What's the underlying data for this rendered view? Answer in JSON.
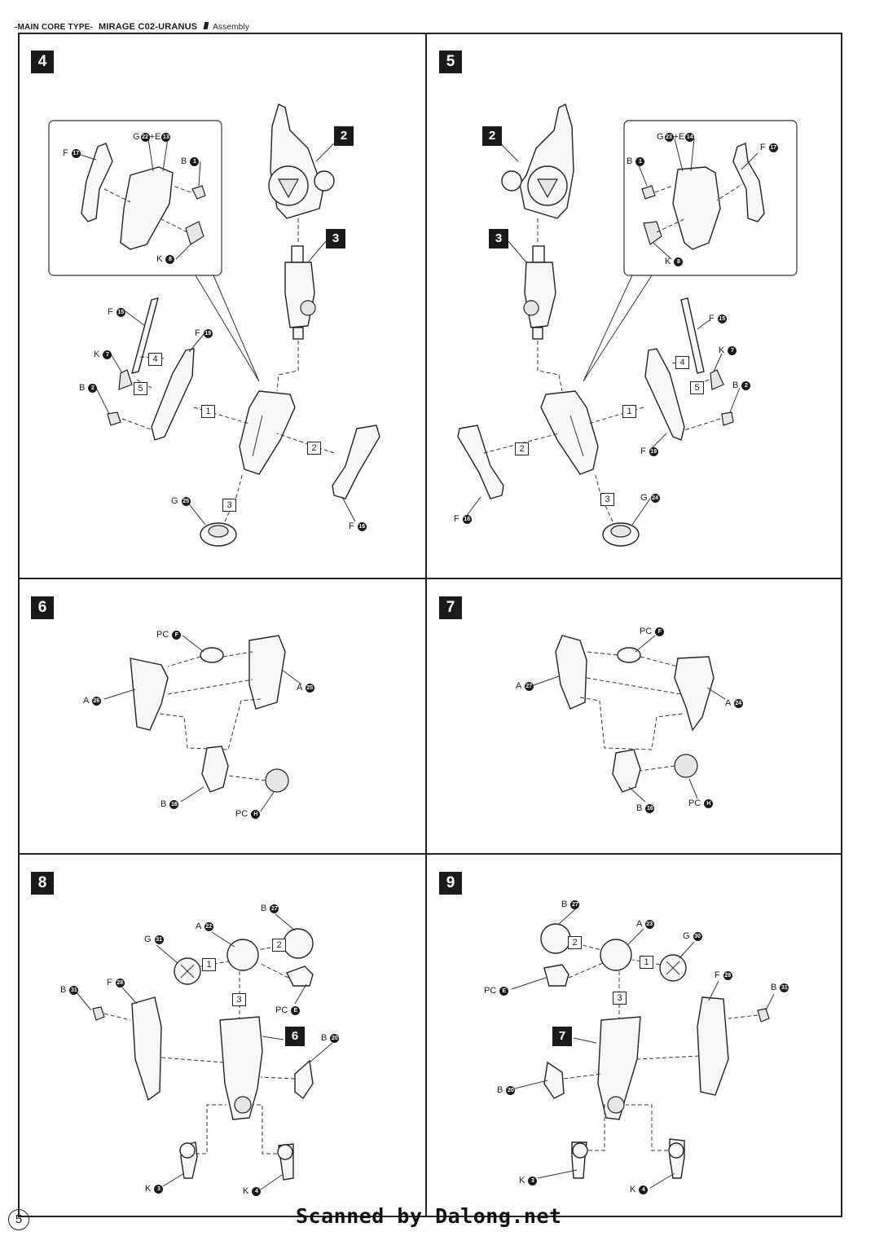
{
  "header": {
    "part1": "-MAIN CORE TYPE-",
    "part2": "MIRAGE C02-URANUS",
    "part3": "III",
    "part4": "Assembly"
  },
  "page_number": "5",
  "credit": "Scanned by Dalong.net",
  "steps": {
    "s4": {
      "number": "4",
      "ref2": "2",
      "ref3": "3",
      "labels": {
        "ge": "G",
        "ge_a": "22",
        "ge_b": "+E",
        "ge_c": "13",
        "f17": "F",
        "f17n": "17",
        "b1": "B",
        "b1n": "1",
        "k8": "K",
        "k8n": "8",
        "f15": "F",
        "f15n": "15",
        "k7": "K",
        "k7n": "7",
        "f19": "F",
        "f19n": "19",
        "b2": "B",
        "b2n": "2",
        "g25": "G",
        "g25n": "25",
        "f16": "F",
        "f16n": "16"
      },
      "subs": [
        "1",
        "2",
        "3",
        "4",
        "5"
      ]
    },
    "s5": {
      "number": "5",
      "ref2": "2",
      "ref3": "3",
      "labels": {
        "ge": "G",
        "ge_a": "23",
        "ge_b": "+E",
        "ge_c": "14",
        "f17": "F",
        "f17n": "17",
        "b1": "B",
        "b1n": "1",
        "k8": "K",
        "k8n": "8",
        "f15": "F",
        "f15n": "15",
        "k7": "K",
        "k7n": "7",
        "b2": "B",
        "b2n": "2",
        "f19": "F",
        "f19n": "19",
        "f16": "F",
        "f16n": "16",
        "g24": "G",
        "g24n": "24"
      },
      "subs": [
        "1",
        "2",
        "3",
        "4",
        "5"
      ]
    },
    "s6": {
      "number": "6",
      "labels": {
        "pcf": "PC",
        "pcfn": "F",
        "a26": "A",
        "a26n": "26",
        "a25": "A",
        "a25n": "25",
        "b16": "B",
        "b16n": "16",
        "pch": "PC",
        "pchn": "H"
      }
    },
    "s7": {
      "number": "7",
      "labels": {
        "pcf": "PC",
        "pcfn": "F",
        "a27": "A",
        "a27n": "27",
        "a24": "A",
        "a24n": "24",
        "b16": "B",
        "b16n": "16",
        "pch": "PC",
        "pchn": "H"
      }
    },
    "s8": {
      "number": "8",
      "ref6": "6",
      "labels": {
        "b27": "B",
        "b27n": "27",
        "a22": "A",
        "a22n": "22",
        "g31": "G",
        "g31n": "31",
        "pce": "PC",
        "pcen": "E",
        "b31": "B",
        "b31n": "31",
        "f28": "F",
        "f28n": "28",
        "b20": "B",
        "b20n": "20",
        "k3": "K",
        "k3n": "3",
        "k4": "K",
        "k4n": "4"
      },
      "subs": [
        "1",
        "2",
        "3"
      ]
    },
    "s9": {
      "number": "9",
      "ref7": "7",
      "labels": {
        "b27": "B",
        "b27n": "27",
        "a23": "A",
        "a23n": "23",
        "g30": "G",
        "g30n": "30",
        "pce": "PC",
        "pcen": "E",
        "f28": "F",
        "f28n": "28",
        "b31": "B",
        "b31n": "31",
        "b20": "B",
        "b20n": "20",
        "k3": "K",
        "k3n": "3",
        "k4": "K",
        "k4n": "4"
      },
      "subs": [
        "1",
        "2",
        "3"
      ]
    }
  }
}
